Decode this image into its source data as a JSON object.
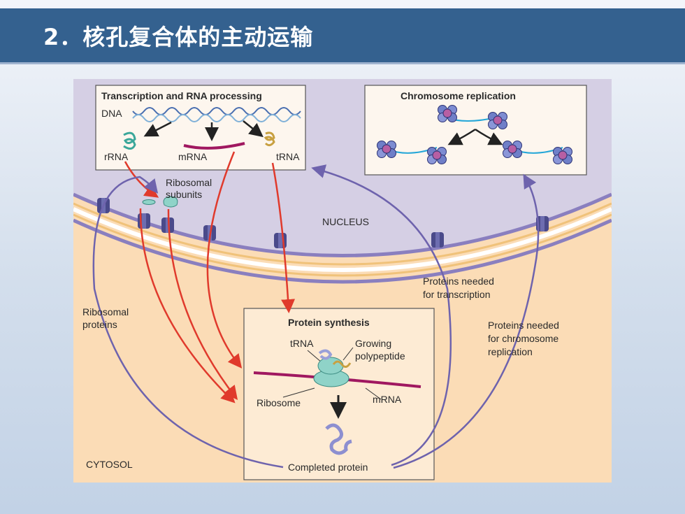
{
  "slide": {
    "title": "2．核孔复合体的主动运输"
  },
  "diagram": {
    "boxes": {
      "transcription_title": "Transcription and RNA processing",
      "replication_title": "Chromosome replication",
      "synthesis_title": "Protein synthesis"
    },
    "labels": {
      "dna": "DNA",
      "rrna": "rRNA",
      "mrna_top": "mRNA",
      "trna_top": "tRNA",
      "ribosomal_subunits_1": "Ribosomal",
      "ribosomal_subunits_2": "subunits",
      "nucleus": "NUCLEUS",
      "cytosol": "CYTOSOL",
      "ribosomal_proteins_1": "Ribosomal",
      "ribosomal_proteins_2": "proteins",
      "proteins_transcription_1": "Proteins needed",
      "proteins_transcription_2": "for transcription",
      "proteins_replication_1": "Proteins needed",
      "proteins_replication_2": "for chromosome",
      "proteins_replication_3": "replication",
      "trna_synth": "tRNA",
      "growing_1": "Growing",
      "growing_2": "polypeptide",
      "ribosome": "Ribosome",
      "mrna_synth": "mRNA",
      "completed_protein": "Completed protein"
    },
    "colors": {
      "nucleus_fill": "#d5cfe4",
      "cytosol_fill": "#fbdcb6",
      "membrane": "#8a7fbf",
      "import_arrow": "#6e63ad",
      "export_arrow": "#e03a2c",
      "box_fill": "#fdebd4",
      "dna_helix": "#4a6fb0"
    }
  }
}
